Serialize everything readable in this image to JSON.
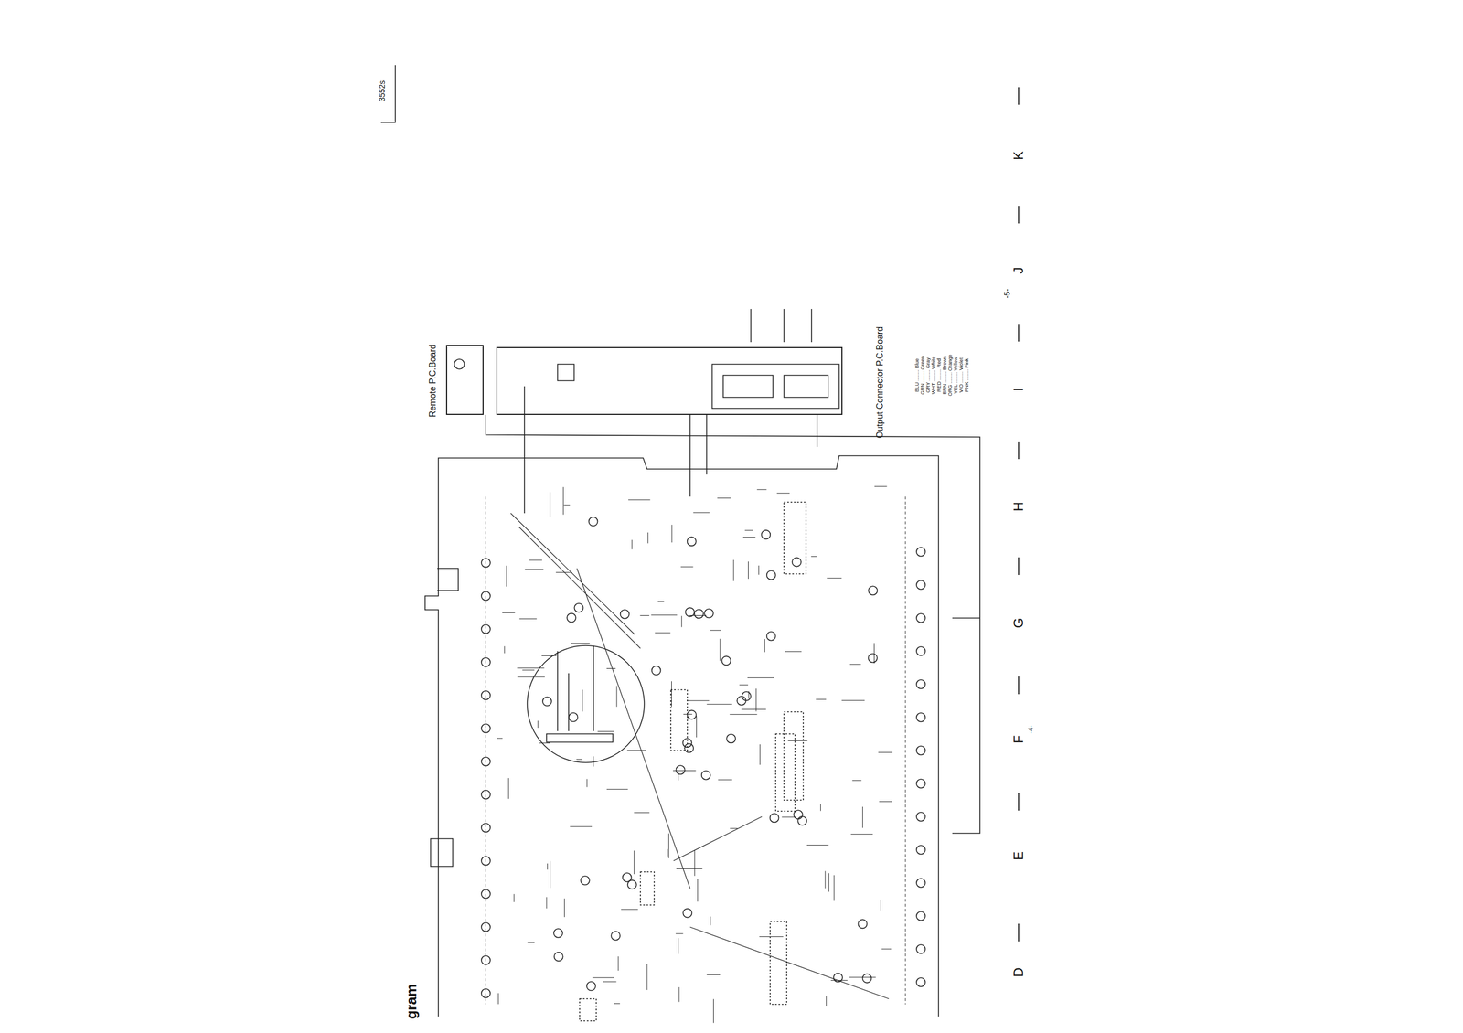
{
  "diagram": {
    "nodes": [
      {
        "text": [
          "Remote P.C.Board"
        ]
      },
      {
        "text": [
          "Output Connector P.C.Board"
        ]
      }
    ],
    "labels": [
      "3552s",
      "gram",
      "D",
      "E",
      "F",
      "-4-",
      "G",
      "H",
      "I",
      "-5-",
      "J",
      "K",
      "BLU ........ Blue",
      "GRN ........ Green",
      "GRY ........ Gray",
      "WHT ........ White",
      "RED ........ Red",
      "BRN ........ Brown",
      "ORG ........ Orange",
      "YEL ........ Yellow",
      "VIO ........ Violet",
      "PNK ........ Pink"
    ]
  }
}
